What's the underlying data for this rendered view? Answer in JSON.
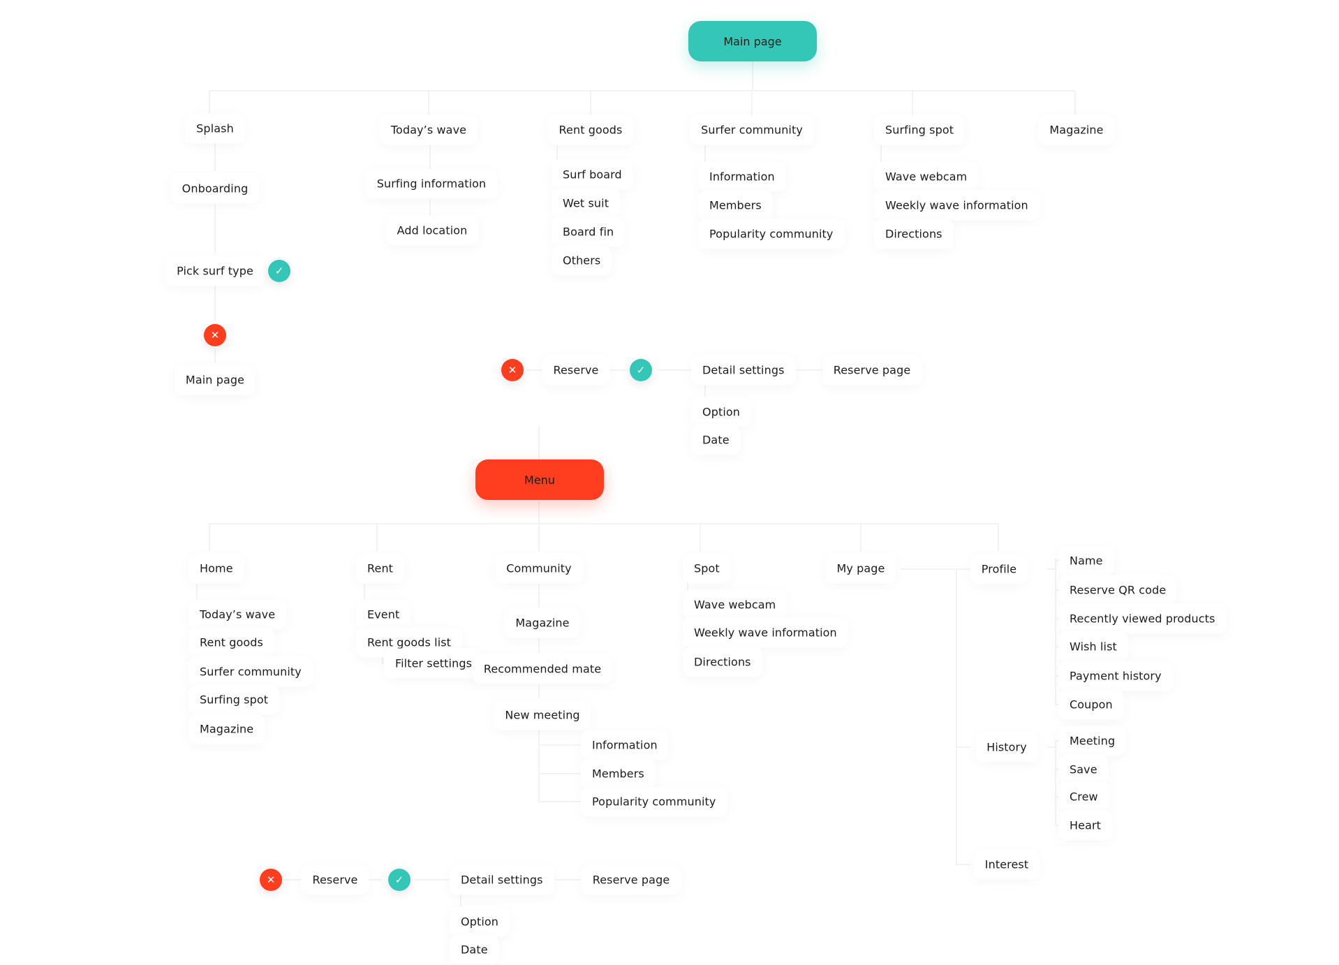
{
  "colors": {
    "accent_teal": "#34c6b6",
    "accent_red": "#ff3d1f",
    "connector": "#f2f4f4"
  },
  "hubs": {
    "main_page": "Main page",
    "menu": "Menu"
  },
  "top": {
    "onboarding_flow": {
      "splash": "Splash",
      "onboarding": "Onboarding",
      "pick_surf_type": "Pick surf type",
      "main_page": "Main page"
    },
    "todays_wave": {
      "title": "Today’s wave",
      "items": [
        "Surfing information",
        "Add location"
      ]
    },
    "rent_goods": {
      "title": "Rent goods",
      "items": [
        "Surf board",
        "Wet suit",
        "Board fin",
        "Others"
      ]
    },
    "surfer_community": {
      "title": "Surfer community",
      "items": [
        "Information",
        "Members",
        "Popularity community"
      ]
    },
    "surfing_spot": {
      "title": "Surfing spot",
      "items": [
        "Wave webcam",
        "Weekly wave information",
        "Directions"
      ]
    },
    "magazine": {
      "title": "Magazine"
    },
    "reserve_flow": {
      "reserve": "Reserve",
      "detail_settings": "Detail settings",
      "reserve_page": "Reserve page",
      "options": [
        "Option",
        "Date"
      ]
    }
  },
  "bottom": {
    "home": {
      "title": "Home",
      "items": [
        "Today’s wave",
        "Rent goods",
        "Surfer community",
        "Surfing spot",
        "Magazine"
      ]
    },
    "rent": {
      "title": "Rent",
      "items": [
        "Event",
        "Rent goods list",
        "Filter settings"
      ]
    },
    "community": {
      "title": "Community",
      "magazine": "Magazine",
      "recommended_mate": "Recommended mate",
      "new_meeting": "New meeting",
      "items": [
        "Information",
        "Members",
        "Popularity community"
      ]
    },
    "spot": {
      "title": "Spot",
      "items": [
        "Wave webcam",
        "Weekly wave information",
        "Directions"
      ]
    },
    "my_page": {
      "title": "My page",
      "profile": {
        "title": "Profile",
        "items": [
          "Name",
          "Reserve QR code",
          "Recently viewed products",
          "Wish list",
          "Payment history",
          "Coupon"
        ]
      },
      "history": {
        "title": "History",
        "items": [
          "Meeting",
          "Save",
          "Crew",
          "Heart"
        ]
      },
      "interest": {
        "title": "Interest"
      }
    },
    "reserve_flow": {
      "reserve": "Reserve",
      "detail_settings": "Detail settings",
      "reserve_page": "Reserve page",
      "options": [
        "Option",
        "Date"
      ]
    }
  }
}
